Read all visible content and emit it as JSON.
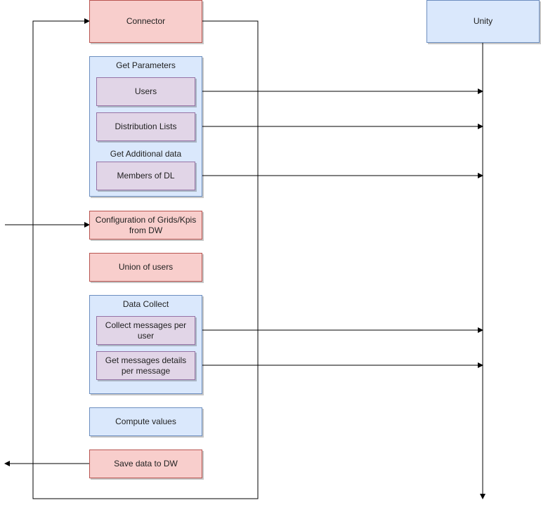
{
  "nodes": {
    "connector": "Connector",
    "unity": "Unity",
    "get_parameters": "Get Parameters",
    "users": "Users",
    "distribution_lists": "Distribution Lists",
    "get_additional_data": "Get Additional data",
    "members_of_dl": "Members of DL",
    "configuration": "Configuration of Grids/Kpis from DW",
    "union_of_users": "Union of users",
    "data_collect": "Data Collect",
    "collect_messages": "Collect messages per user",
    "get_message_details": "Get messages details per message",
    "compute_values": "Compute values",
    "save_data": "Save data to DW"
  },
  "colors": {
    "red_fill": "#f8cecc",
    "red_stroke": "#b85450",
    "blue_fill": "#dae8fc",
    "blue_stroke": "#6c8ebf",
    "purple_fill": "#e1d5e7",
    "purple_stroke": "#9673a6",
    "line": "#000000"
  }
}
